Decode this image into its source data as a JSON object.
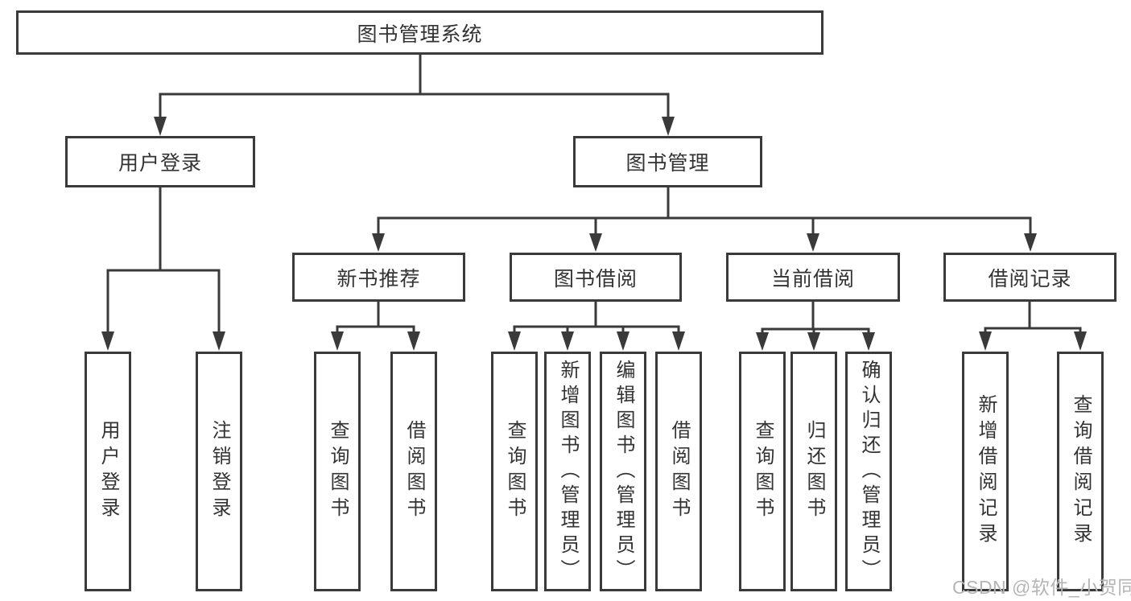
{
  "root": {
    "label": "图书管理系统"
  },
  "level2": [
    {
      "id": "user-login",
      "label": "用户登录"
    },
    {
      "id": "book-management",
      "label": "图书管理"
    }
  ],
  "level3": [
    {
      "id": "new-book-recommend",
      "label": "新书推荐"
    },
    {
      "id": "book-borrow",
      "label": "图书借阅"
    },
    {
      "id": "current-borrow",
      "label": "当前借阅"
    },
    {
      "id": "borrow-records",
      "label": "借阅记录"
    }
  ],
  "leaves": {
    "login": [
      {
        "label": "用户登录"
      },
      {
        "label": "注销登录"
      }
    ],
    "recommend": [
      {
        "label": "查询图书"
      },
      {
        "label": "借阅图书"
      }
    ],
    "borrow": [
      {
        "label": "查询图书"
      },
      {
        "label": "新增图书（管理员）"
      },
      {
        "label": "编辑图书（管理员）"
      },
      {
        "label": "借阅图书"
      }
    ],
    "current": [
      {
        "label": "查询图书"
      },
      {
        "label": "归还图书"
      },
      {
        "label": "确认归还（管理员）"
      }
    ],
    "records": [
      {
        "label": "新增借阅记录"
      },
      {
        "label": "查询借阅记录"
      }
    ]
  },
  "watermark": {
    "text": "CSDN @软件_小贺同学"
  },
  "colors": {
    "line": "#3a3a3a",
    "text": "#333333",
    "watermark": "#b5b5b5",
    "background": "#ffffff"
  }
}
